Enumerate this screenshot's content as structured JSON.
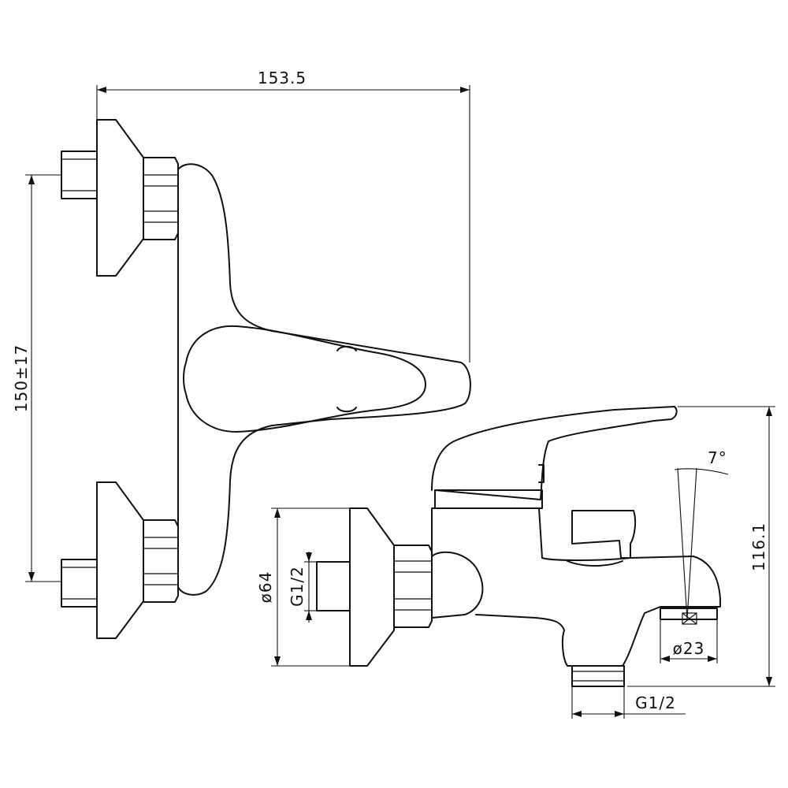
{
  "drawing": {
    "dimensions": {
      "overall_width": "153.5",
      "inlet_centers": "150±17",
      "rosette_diameter": "ø64",
      "inlet_thread": "G1/2",
      "height": "116.1",
      "angle": "7°",
      "spout_diameter": "ø23",
      "outlet_thread": "G1/2"
    },
    "colors": {
      "line": "#111111",
      "background": "#ffffff"
    }
  }
}
